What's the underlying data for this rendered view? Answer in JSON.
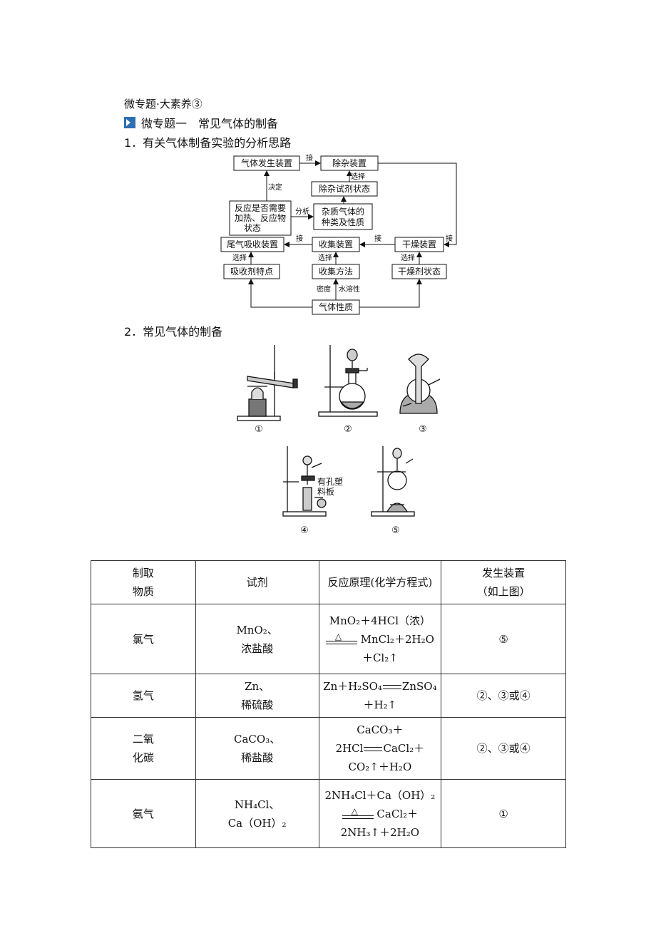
{
  "header": {
    "kicker": "微专题·大素养③",
    "section_title": "微专题一　常见气体的制备",
    "heading1": "1．有关气体制备实验的分析思路",
    "heading2": "2．常见气体的制备"
  },
  "flowchart": {
    "boxes": {
      "gen": "气体发生装置",
      "remove": "除杂装置",
      "reagent_state": "除杂试剂状态",
      "reaction_l1": "反应是否需要",
      "reaction_l2": "加热、反应物",
      "reaction_l3": "状态",
      "impurity_l1": "杂质气体的",
      "impurity_l2": "种类及性质",
      "tail": "尾气吸收装置",
      "collect": "收集装置",
      "dry": "干燥装置",
      "absorb": "吸收剂特点",
      "collect_method": "收集方法",
      "dry_state": "干燥剂状态",
      "gas_prop": "气体性质"
    },
    "labels": {
      "connect": "接",
      "decide": "决定",
      "analyze": "分析",
      "select": "选择",
      "density": "密度",
      "solubility": "水溶性"
    }
  },
  "apparatus": [
    "①",
    "②",
    "③",
    "④",
    "⑤"
  ],
  "apparatus_note_l1": "有孔塑",
  "apparatus_note_l2": "料板",
  "table": {
    "headers": {
      "substance_l1": "制取",
      "substance_l2": "物质",
      "reagent": "试剂",
      "principle": "反应原理(化学方程式)",
      "device_l1": "发生装置",
      "device_l2": "（如上图）"
    },
    "rows": [
      {
        "gas": "氯气",
        "reagent_l1": "MnO₂、",
        "reagent_l2": "浓盐酸",
        "eq_l1": "MnO₂＋4HCl（浓）",
        "eq_l2": "MnCl₂＋2H₂O",
        "eq_l3": "＋Cl₂↑",
        "device": "⑤"
      },
      {
        "gas": "氢气",
        "reagent_l1": "Zn、",
        "reagent_l2": "稀硫酸",
        "eq_l1a": "Zn＋H₂SO₄",
        "eq_l1b": "ZnSO₄",
        "eq_l2": "＋H₂↑",
        "device": "②、③或④"
      },
      {
        "gas_l1": "二氧",
        "gas_l2": "化碳",
        "reagent_l1": "CaCO₃、",
        "reagent_l2": "稀盐酸",
        "eq_l1": "CaCO₃＋",
        "eq_l2a": "2HCl",
        "eq_l2b": "CaCl₂＋",
        "eq_l3": "CO₂↑＋H₂O",
        "device": "②、③或④"
      },
      {
        "gas": "氨气",
        "reagent_l1": "NH₄Cl、",
        "reagent_l2": "Ca（OH）₂",
        "eq_l1": "2NH₄Cl＋Ca（OH）₂",
        "eq_l2": "CaCl₂＋",
        "eq_l3": "2NH₃↑＋2H₂O",
        "device": "①"
      }
    ]
  }
}
